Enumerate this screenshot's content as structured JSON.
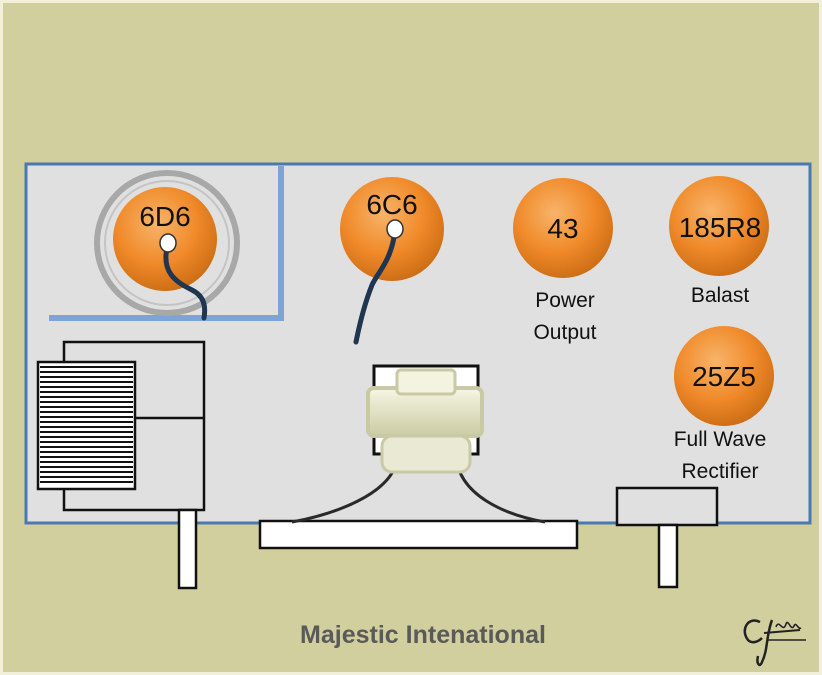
{
  "tubes": [
    {
      "id": "6D6",
      "label": "6D6",
      "caption_lines": []
    },
    {
      "id": "6C6",
      "label": "6C6",
      "caption_lines": []
    },
    {
      "id": "43",
      "label": "43",
      "caption_lines": [
        "Power",
        "Output"
      ]
    },
    {
      "id": "185R8",
      "label": "185R8",
      "caption_lines": [
        "Balast"
      ]
    },
    {
      "id": "25Z5",
      "label": "25Z5",
      "caption_lines": [
        "Full Wave",
        "Rectifier"
      ]
    }
  ],
  "footer": {
    "title": "Majestic Intenational"
  },
  "colors": {
    "background": "#d2cf9f",
    "chassis": "#e0e0e0",
    "chassis_border": "#4a78b0",
    "tube": "#f08a2a",
    "wire": "#1f3550",
    "title": "#595a59"
  }
}
